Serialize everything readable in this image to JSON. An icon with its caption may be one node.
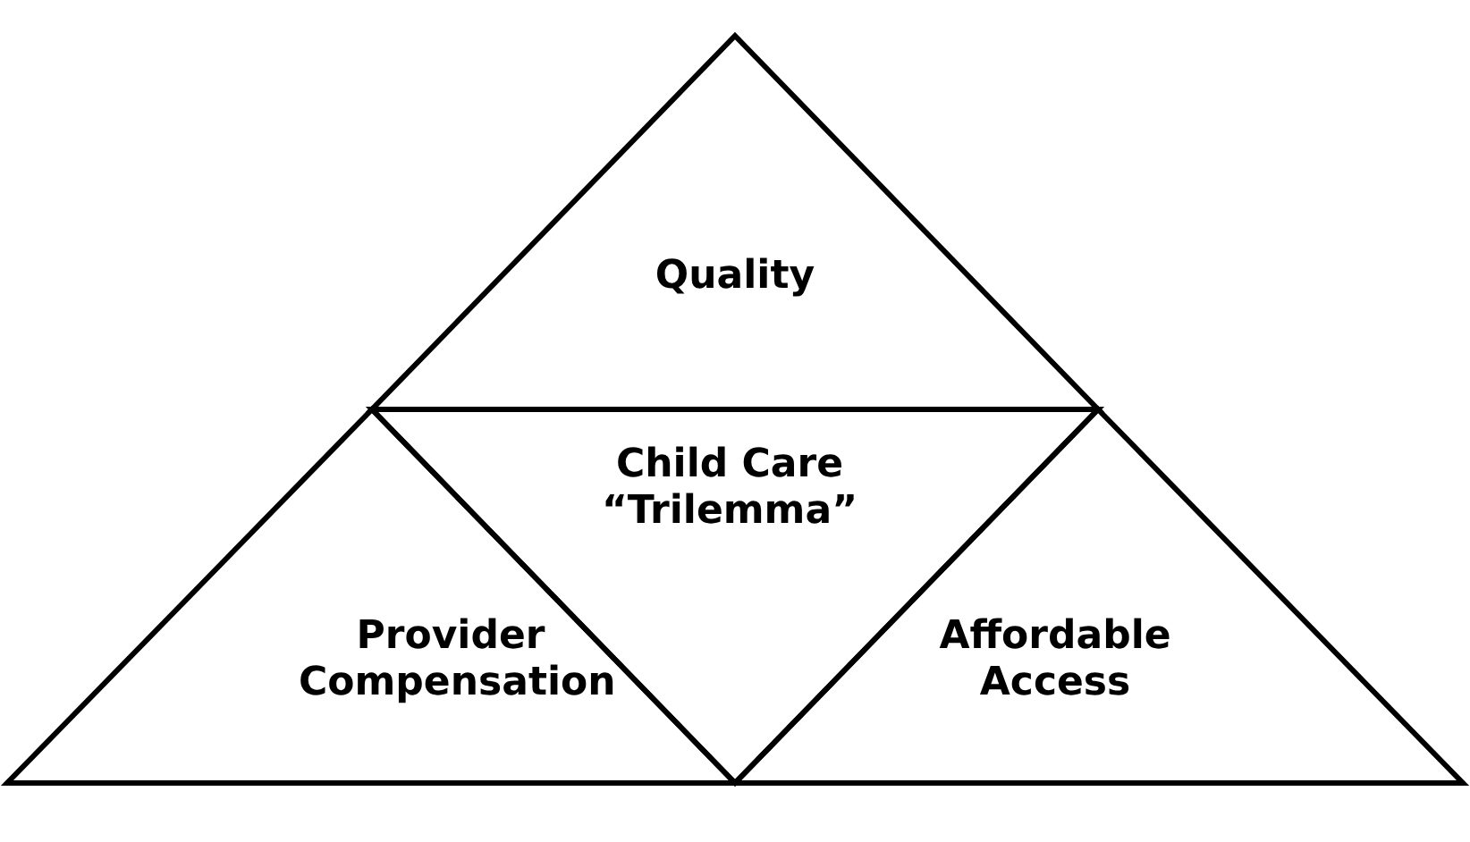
{
  "diagram": {
    "nodes": [
      {
        "text": [
          "Quality"
        ]
      },
      {
        "text": [
          "Child Care “Trilemma”"
        ]
      },
      {
        "text": [
          "Provider Compensation"
        ]
      },
      {
        "text": [
          "Affordable Access"
        ]
      }
    ]
  }
}
